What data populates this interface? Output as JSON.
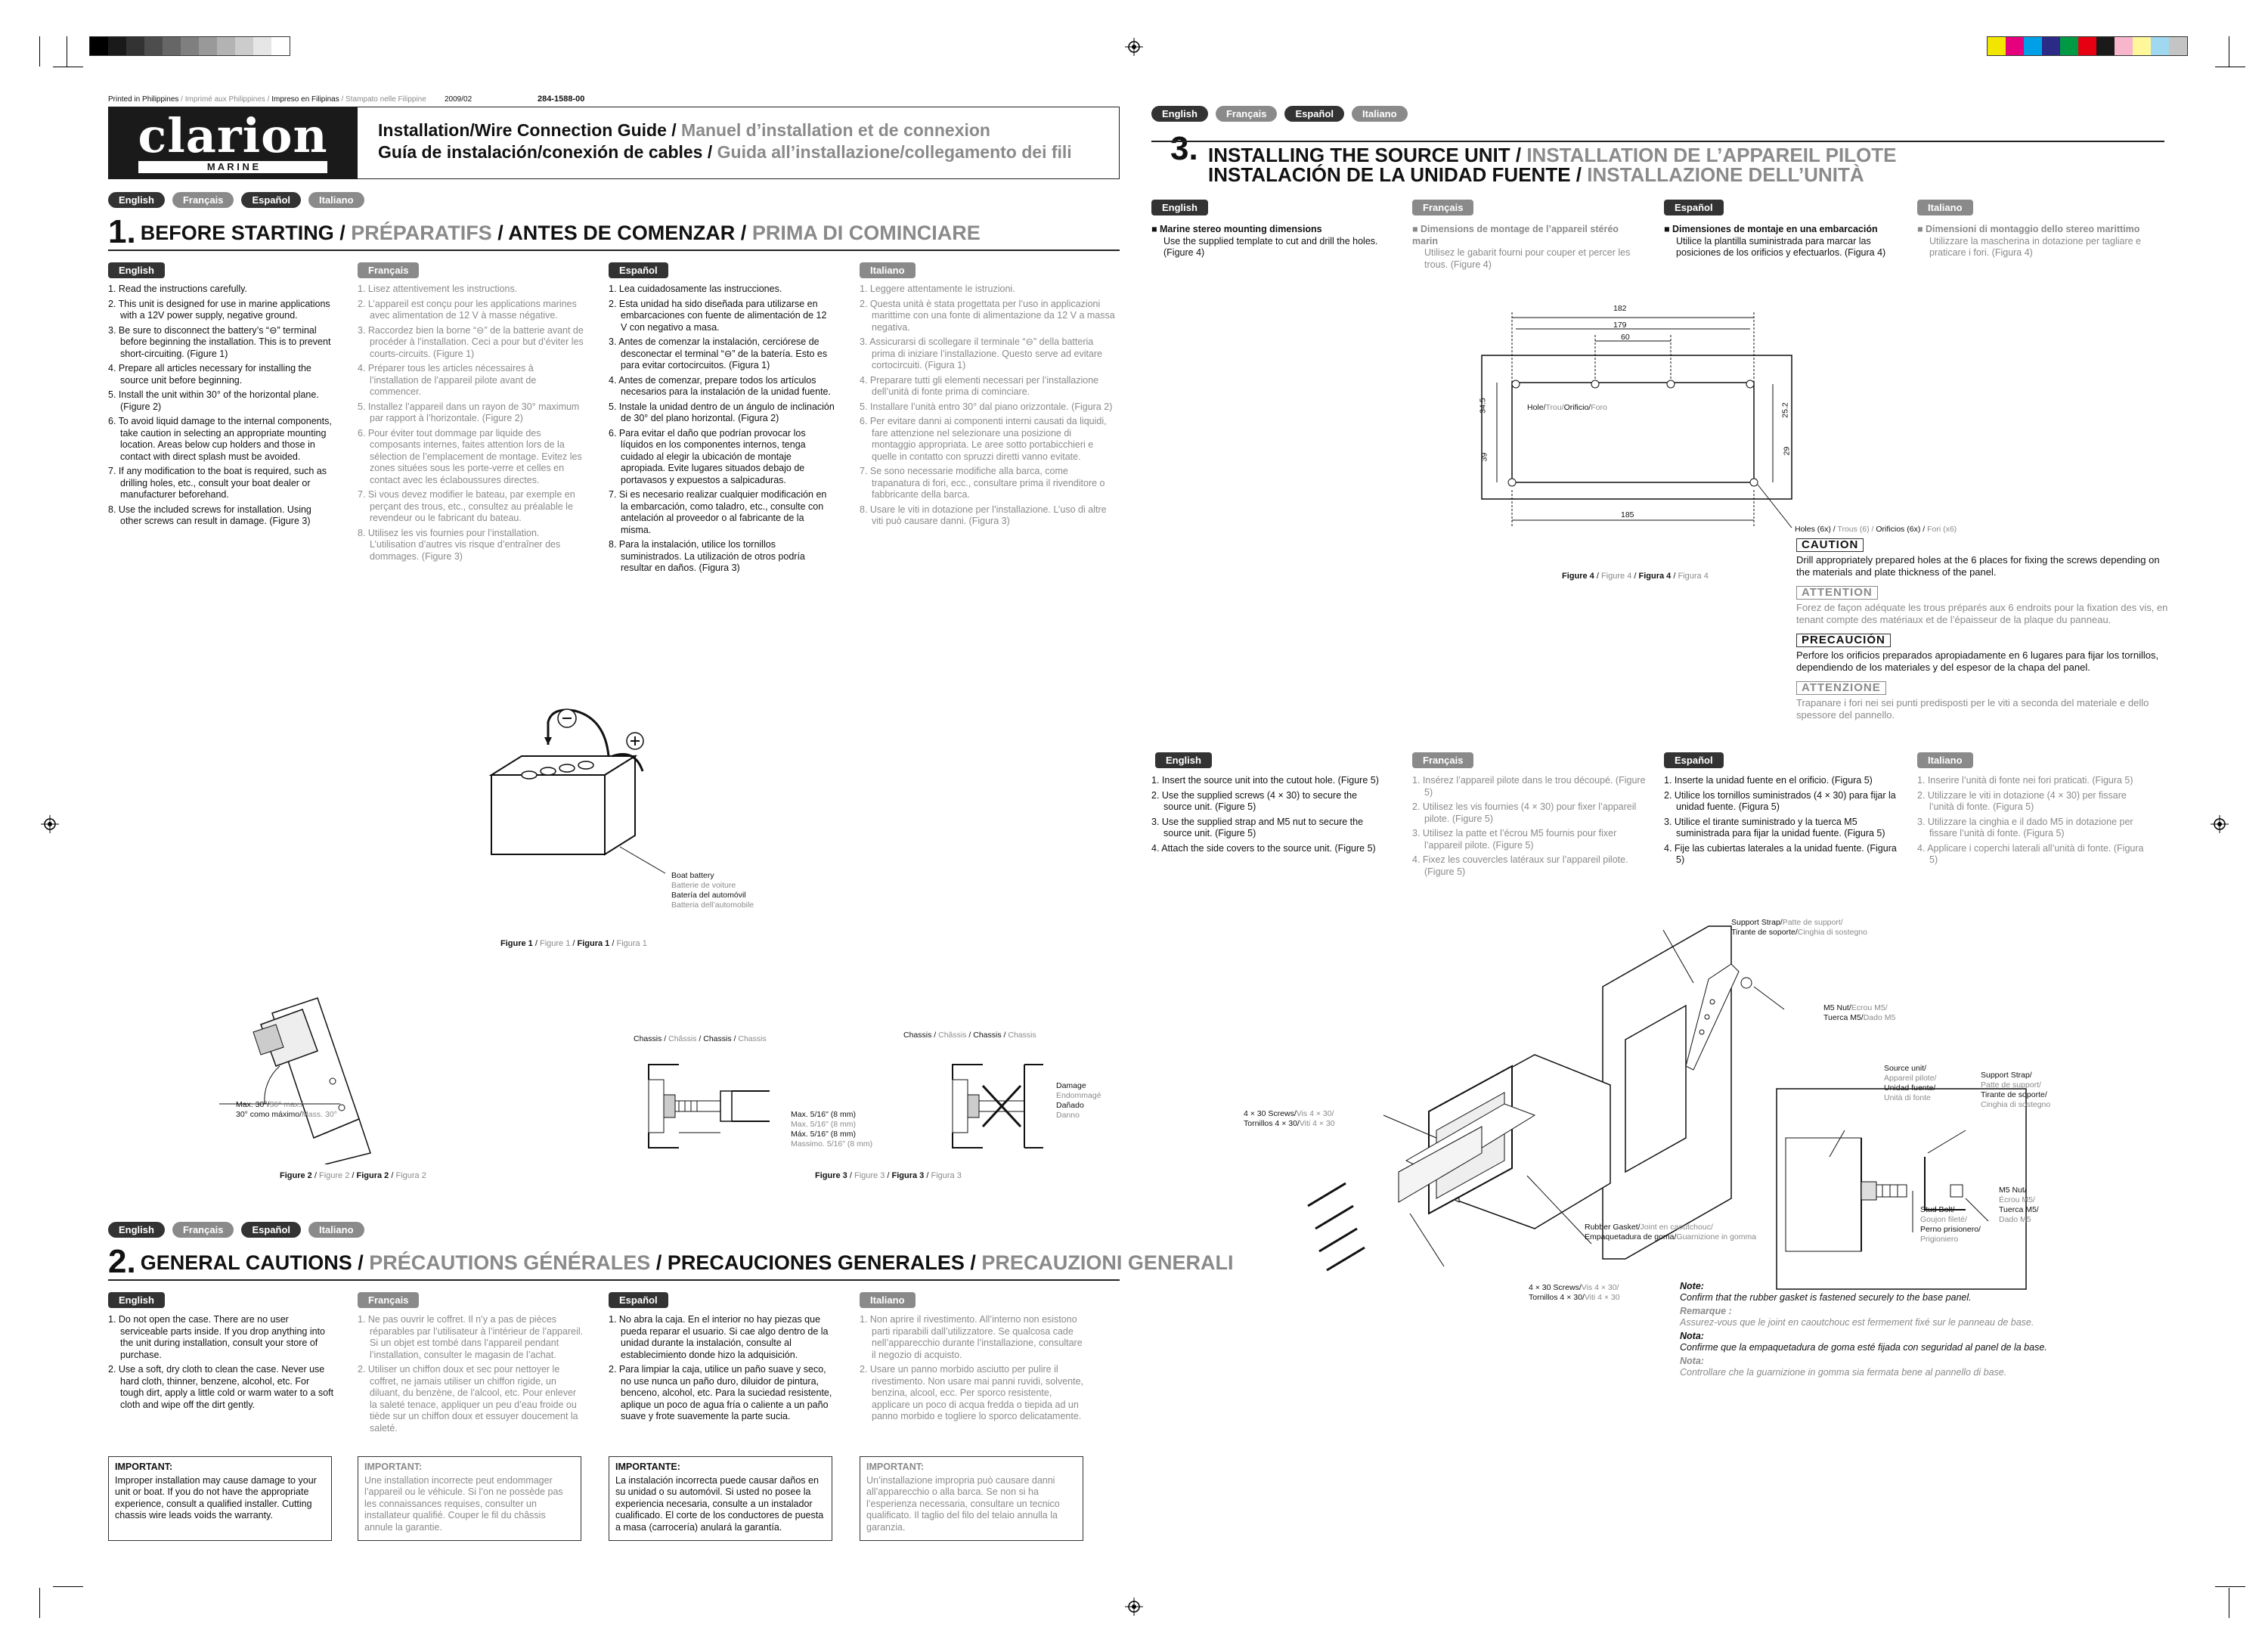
{
  "header": {
    "printed": "Printed in Philippines",
    "printed_fr": "/ Imprimé aux Philippines /",
    "printed_es": "Impreso en Filipinas",
    "printed_it": "/ Stampato nelle Filippine",
    "date": "2009/02",
    "code": "284-1588-00",
    "logo": "clarion",
    "logo_sub": "M A R I N E",
    "title_en": "Installation/Wire Connection Guide /",
    "title_fr": "Manuel d’installation et de connexion",
    "title_es": "Guía de instalación/conexión de cables /",
    "title_it": "Guida all’installazione/collegamento dei fili"
  },
  "langs": [
    "English",
    "Français",
    "Español",
    "Italiano"
  ],
  "section1": {
    "num": "1.",
    "t_en": "BEFORE STARTING /",
    "t_fr": "PRÉPARATIFS",
    "t_sep": "/",
    "t_es": "ANTES DE COMENZAR /",
    "t_it": "PRIMA DI COMINCIARE",
    "en": [
      "1. Read the instructions carefully.",
      "2. This unit is designed for use in marine applications with a 12V power supply, negative ground.",
      "3. Be sure to disconnect the battery’s “⊖” terminal before beginning the installation. This is to prevent short-circuiting. (Figure 1)",
      "4. Prepare all articles necessary for installing the source unit before beginning.",
      "5. Install the unit within 30° of the horizontal plane. (Figure 2)",
      "6. To avoid liquid damage to the internal components, take caution in selecting an appropriate mounting location. Areas below cup holders and those in contact with direct splash must be avoided.",
      "7. If any modification to the boat is required, such as drilling holes, etc., consult your boat dealer or manufacturer beforehand.",
      "8. Use the included screws for installation. Using other screws can result in damage. (Figure 3)"
    ],
    "fr": [
      "1. Lisez attentivement les instructions.",
      "2. L’appareil est conçu pour les applications marines avec alimentation de 12 V à masse négative.",
      "3. Raccordez bien la borne “⊖” de la batterie avant de procéder à l’installation. Ceci a pour but d’éviter les courts-circuits. (Figure 1)",
      "4. Préparer tous les articles nécessaires à l’installation de l’appareil pilote avant de commencer.",
      "5. Installez l’appareil dans un rayon de 30° maximum par rapport à l’horizontale. (Figure 2)",
      "6. Pour éviter tout dommage par liquide des composants internes, faites attention lors de la sélection de l’emplacement de montage. Evitez les zones situées sous les porte-verre et celles en contact avec les éclaboussures directes.",
      "7. Si vous devez modifier le bateau, par exemple en perçant des trous, etc., consultez au préalable le revendeur ou le fabricant du bateau.",
      "8. Utilisez les vis fournies pour l’installation. L’utilisation d’autres vis risque d’entraîner des dommages. (Figure 3)"
    ],
    "es": [
      "1. Lea cuidadosamente las instrucciones.",
      "2. Esta unidad ha sido diseñada para utilizarse en embarcaciones con fuente de alimentación de 12 V con negativo a masa.",
      "3. Antes de comenzar la instalación, cerciórese de desconectar el terminal “⊖” de la batería. Esto es para evitar cortocircuitos. (Figura 1)",
      "4. Antes de comenzar, prepare todos los artículos necesarios para la instalación de la unidad fuente.",
      "5. Instale la unidad dentro de un ángulo de inclinación de 30° del plano horizontal. (Figura 2)",
      "6. Para evitar el daño que podrían provocar los líquidos en los componentes internos, tenga cuidado al elegir la ubicación de montaje apropiada. Evite lugares situados debajo de portavasos y expuestos a salpicaduras.",
      "7. Si es necesario realizar cualquier modificación en la embarcación, como taladro, etc., consulte con antelación al proveedor o al fabricante de la misma.",
      "8. Para la instalación, utilice los tornillos suministrados. La utilización de otros podría resultar en daños. (Figura 3)"
    ],
    "it": [
      "1. Leggere attentamente le istruzioni.",
      "2. Questa unità è stata progettata per l’uso in applicazioni marittime con una fonte di alimentazione da 12 V a massa negativa.",
      "3. Assicurarsi di scollegare il terminale “⊖” della batteria prima di iniziare l’installazione. Questo serve ad evitare cortocircuiti. (Figura 1)",
      "4. Preparare tutti gli elementi necessari per l’installazione dell’unità di fonte prima di cominciare.",
      "5. Installare l’unità entro 30° dal piano orizzontale. (Figura 2)",
      "6. Per evitare danni ai componenti interni causati da liquidi, fare attenzione nel selezionare una posizione di montaggio appropriata. Le aree sotto portabicchieri e quelle in contatto con spruzzi diretti vanno evitate.",
      "7. Se sono necessarie modifiche alla barca, come trapanatura di fori, ecc., consultare prima il rivenditore o fabbricante della barca.",
      "8. Usare le viti in dotazione per l’installazione. L’uso di altre viti può causare danni. (Figura 3)"
    ]
  },
  "figures": {
    "fig1_en": "Figure 1",
    "fig1_fr": "Figure 1",
    "fig1_es": "Figura 1",
    "fig1_it": "Figura 1",
    "battery_en": "Boat battery",
    "battery_fr": "Batterie de voiture",
    "battery_es": "Batería del automóvil",
    "battery_it": "Batteria dell’automobile",
    "fig2_en": "Figure 2",
    "fig2_fr": "Figure 2",
    "fig2_es": "Figura 2",
    "fig2_it": "Figura 2",
    "max_en": "Max. 30°/",
    "max_fr": "30° max./",
    "max_es": "30° como máximo/",
    "max_it": "Mass. 30°",
    "fig3_en": "Figure 3",
    "fig3_fr": "Figure 3",
    "fig3_es": "Figura 3",
    "fig3_it": "Figura 3",
    "chassis_en": "Chassis",
    "chassis_fr": "Châssis",
    "chassis_es": "Chassis",
    "chassis_it": "Chassis",
    "screw_en": "Max. 5/16\" (8 mm)",
    "screw_fr": "Max. 5/16\" (8 mm)",
    "screw_es": "Máx. 5/16\" (8 mm)",
    "screw_it": "Massimo. 5/16\" (8 mm)",
    "damage_en": "Damage",
    "damage_fr": "Endommagé",
    "damage_es": "Dañado",
    "damage_it": "Danno",
    "fig4_en": "Figure 4",
    "fig4_fr": "Figure 4",
    "fig4_es": "Figura 4",
    "fig4_it": "Figura 4",
    "hole_en": "Hole/",
    "hole_fr": "Trou/",
    "hole_es": "Orificio/",
    "hole_it": "Foro",
    "holes6_en": "Holes (6x) /",
    "holes6_fr": "Trous (6) /",
    "holes6_es": "Orificios (6x) /",
    "holes6_it": "Fori (x6)",
    "dim_182": "182",
    "dim_179": "179",
    "dim_60": "60",
    "dim_185": "185",
    "dim_345": "34.5",
    "dim_39": "39",
    "dim_252": "25.2",
    "dim_29": "29"
  },
  "section2": {
    "num": "2.",
    "t_en": "GENERAL CAUTIONS /",
    "t_fr": "PRÉCAUTIONS GÉNÉRALES",
    "t_sep": "/",
    "t_es": "PRECAUCIONES GENERALES /",
    "t_it": "PRECAUZIONI GENERALI",
    "en": [
      "1. Do not open the case. There are no user serviceable parts inside. If you drop anything into the unit during installation, consult your store of purchase.",
      "2. Use a soft, dry cloth to clean the case. Never use hard cloth, thinner, benzene, alcohol, etc. For tough dirt, apply a little cold or warm water to a soft cloth and wipe off the dirt gently."
    ],
    "fr": [
      "1. Ne pas ouvrir le coffret. Il n’y a pas de pièces réparables par l’utilisateur à l’intérieur de l’appareil. Si un objet est tombé dans l’appareil pendant l’installation, consulter le magasin de l’achat.",
      "2. Utiliser un chiffon doux et sec pour nettoyer le coffret, ne jamais utiliser un chiffon rigide, un diluant, du benzène, de l’alcool, etc. Pour enlever la saleté tenace, appliquer un peu d’eau froide ou tiède sur un chiffon doux et essuyer doucement la saleté."
    ],
    "es": [
      "1. No abra la caja. En el interior no hay piezas que pueda reparar el usuario. Si cae algo dentro de la unidad durante la instalación, consulte al establecimiento donde hizo la adquisición.",
      "2. Para limpiar la caja, utilice un paño suave y seco, no use nunca un paño duro, diluidor de pintura, benceno, alcohol, etc. Para la suciedad resistente, aplique un poco de agua fría o caliente a un paño suave y frote suavemente la parte sucia."
    ],
    "it": [
      "1. Non aprire il rivestimento. All’interno non esistono parti riparabili dall’utilizzatore. Se qualcosa cade nell’apparecchio durante l’installazione, consultare il negozio di acquisto.",
      "2. Usare un panno morbido asciutto per pulire il rivestimento. Non usare mai panni ruvidi, solvente, benzina, alcool, ecc. Per sporco resistente, applicare un poco di acqua fredda o tiepida ad un panno morbido e togliere lo sporco delicatamente."
    ],
    "imp_en_t": "IMPORTANT:",
    "imp_en": "Improper installation may cause damage to your unit or boat. If you do not have the appropriate experience, consult a qualified installer. Cutting chassis wire leads voids the warranty.",
    "imp_fr_t": "IMPORTANT:",
    "imp_fr": "Une installation incorrecte peut endommager l’appareil ou le véhicule. Si l’on ne possède pas les connaissances requises, consulter un installateur qualifié. Couper le fil du châssis annule la garantie.",
    "imp_es_t": "IMPORTANTE:",
    "imp_es": "La instalación incorrecta puede causar daños en su unidad o su automóvil. Si usted no posee la experiencia necesaria, consulte a un instalador cualificado. El corte de los conductores de puesta a masa (carrocería) anulará la garantía.",
    "imp_it_t": "IMPORTANT:",
    "imp_it": "Un’installazione impropria può causare danni all’apparecchio o alla barca. Se non si ha l’esperienza necessaria, consultare un tecnico qualificato. Il taglio del filo del telaio annulla la garanzia."
  },
  "section3": {
    "num": "3.",
    "t_en": "INSTALLING THE SOURCE UNIT /",
    "t_fr": "INSTALLATION DE L’APPAREIL PILOTE",
    "t_es": "INSTALACIÓN DE LA UNIDAD FUENTE /",
    "t_it": "INSTALLAZIONE DELL’UNITÀ",
    "mount_en_t": "■ Marine stereo mounting dimensions",
    "mount_en": "Use the supplied template to cut and drill the holes. (Figure 4)",
    "mount_fr_t": "■ Dimensions de montage de l’appareil stéréo marin",
    "mount_fr": "Utilisez le gabarit fourni pour couper et percer les trous. (Figure 4)",
    "mount_es_t": "■ Dimensiones de montaje en una embarcación",
    "mount_es": "Utilice la plantilla suministrada para marcar las posiciones de los orificios y efectuarlos. (Figura 4)",
    "mount_it_t": "■ Dimensioni di montaggio dello stereo marittimo",
    "mount_it": "Utilizzare la mascherina in dotazione per tagliare e praticare i fori. (Figura 4)",
    "caution_t": "CAUTION",
    "caution": "Drill appropriately prepared holes at the 6 places for fixing the screws depending on the materials and plate thickness of the panel.",
    "attention_t": "ATTENTION",
    "attention": "Forez de façon adéquate les trous préparés aux 6 endroits pour la fixation des vis, en tenant compte des matériaux et de l’épaisseur de la plaque du panneau.",
    "precaucion_t": "PRECAUCIÓN",
    "precaucion": "Perfore los orificios preparados apropiadamente en 6 lugares para fijar los tornillos, dependiendo de los materiales y del espesor de la chapa del panel.",
    "attenzione_t": "ATTENZIONE",
    "attenzione": "Trapanare i fori nei sei punti predisposti per le viti a seconda del materiale e dello spessore del pannello.",
    "steps_en": [
      "1. Insert the source unit into the cutout hole. (Figure 5)",
      "2. Use the supplied screws (4 × 30) to secure the source unit. (Figure 5)",
      "3. Use the supplied strap and M5 nut to secure the source unit. (Figure 5)",
      "4. Attach the side covers to the source unit. (Figure 5)"
    ],
    "steps_fr": [
      "1. Insérez l’appareil pilote dans le trou découpé. (Figure 5)",
      "2. Utilisez les vis fournies (4 × 30) pour fixer l’appareil pilote. (Figure 5)",
      "3. Utilisez la patte et l’écrou M5 fournis pour fixer l’appareil pilote. (Figure 5)",
      "4. Fixez les couvercles latéraux sur l’appareil pilote. (Figure 5)"
    ],
    "steps_es": [
      "1. Inserte la unidad fuente en el orificio. (Figura 5)",
      "2. Utilice los tornillos suministrados (4 × 30) para fijar la unidad fuente. (Figura 5)",
      "3. Utilice el tirante suministrado y la tuerca M5 suministrada para fijar la unidad fuente. (Figura 5)",
      "4. Fije las cubiertas laterales a la unidad fuente. (Figura 5)"
    ],
    "steps_it": [
      "1. Inserire l’unità di fonte nei fori praticati. (Figura 5)",
      "2. Utilizzare le viti in dotazione (4 × 30) per fissare l’unità di fonte. (Figura 5)",
      "3. Utilizzare la cinghia e il dado M5 in dotazione per fissare l’unità di fonte. (Figura 5)",
      "4. Applicare i coperchi laterali all’unità di fonte. (Figura 5)"
    ],
    "fig5": {
      "strap_en": "Support Strap/",
      "strap_fr": "Patte de support/",
      "strap_es": "Tirante de soporte/",
      "strap_it": "Cinghia di sostegno",
      "nut_en": "M5 Nut/",
      "nut_fr": "Ecrou M5/",
      "nut_es": "Tuerca M5/",
      "nut_it": "Dado M5",
      "unit_en": "Source unit/",
      "unit_fr": "Appareil pilote/",
      "unit_es": "Unidad fuente/",
      "unit_it": "Unità di fonte",
      "strap2_en": "Support Strap/",
      "strap2_fr": "Patte de support/",
      "strap2_es": "Tirante de soporte/",
      "strap2_it": "Cinghia di sostegno",
      "screws_en": "4 × 30 Screws/",
      "screws_fr": "Vis 4 × 30/",
      "screws_es": "Tornillos 4 × 30/",
      "screws_it": "Viti 4 × 30",
      "gasket_en": "Rubber Gasket/",
      "gasket_fr": "Joint en caoutchouc/",
      "gasket_es": "Empaquetadura de goma/",
      "gasket_it": "Guarnizione in gomma",
      "nut2_en": "M5 Nut/",
      "nut2_fr": "Écrou M5/",
      "nut2_es": "Tuerca M5/",
      "nut2_it": "Dado M5",
      "stud_en": "Stud Bolt/",
      "stud_fr": "Goujon fileté/",
      "stud_es": "Perno prisionero/",
      "stud_it": "Prigioniero"
    },
    "note_en_t": "Note:",
    "note_en": "Confirm that the rubber gasket is fastened securely to the base panel.",
    "note_fr_t": "Remarque :",
    "note_fr": "Assurez-vous que le joint en caoutchouc est fermement fixé sur le panneau de base.",
    "note_es_t": "Nota:",
    "note_es": "Confirme que la empaquetadura de goma esté fijada con seguridad al panel de la base.",
    "note_it_t": "Nota:",
    "note_it": "Controllare che la guarnizione in gomma sia fermata bene al pannello di base."
  },
  "colors": {
    "dark": "#333333",
    "gray": "#8a8a8a",
    "bar_right": [
      "#f2e600",
      "#e6007e",
      "#00a0e9",
      "#2b2a87",
      "#009944",
      "#e60012",
      "#1a1a1a",
      "#f8b6cd",
      "#fff799",
      "#a0d8ef",
      "#c4c4c4"
    ]
  }
}
